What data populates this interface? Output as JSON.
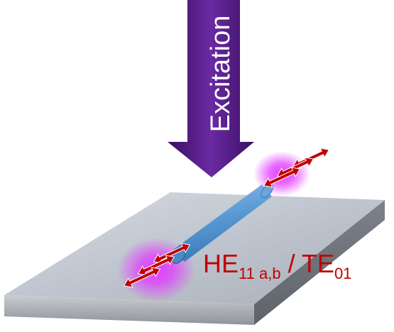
{
  "excitation": {
    "label": "Excitation"
  },
  "mode_label": {
    "part1_main": "HE",
    "part1_sub": "11 a,b",
    "separator": " / ",
    "part2_main": "TE",
    "part2_sub": "01"
  },
  "colors": {
    "arrow_red": "#c00000",
    "glow_magenta": "#e13cff",
    "nanowire_blue": "#5b9bd5",
    "excitation_purple": "#5b1f8c",
    "substrate_top": "#bcc2cc"
  },
  "icons": [
    "excitation-arrow-icon",
    "polarization-double-arrow-icon"
  ]
}
